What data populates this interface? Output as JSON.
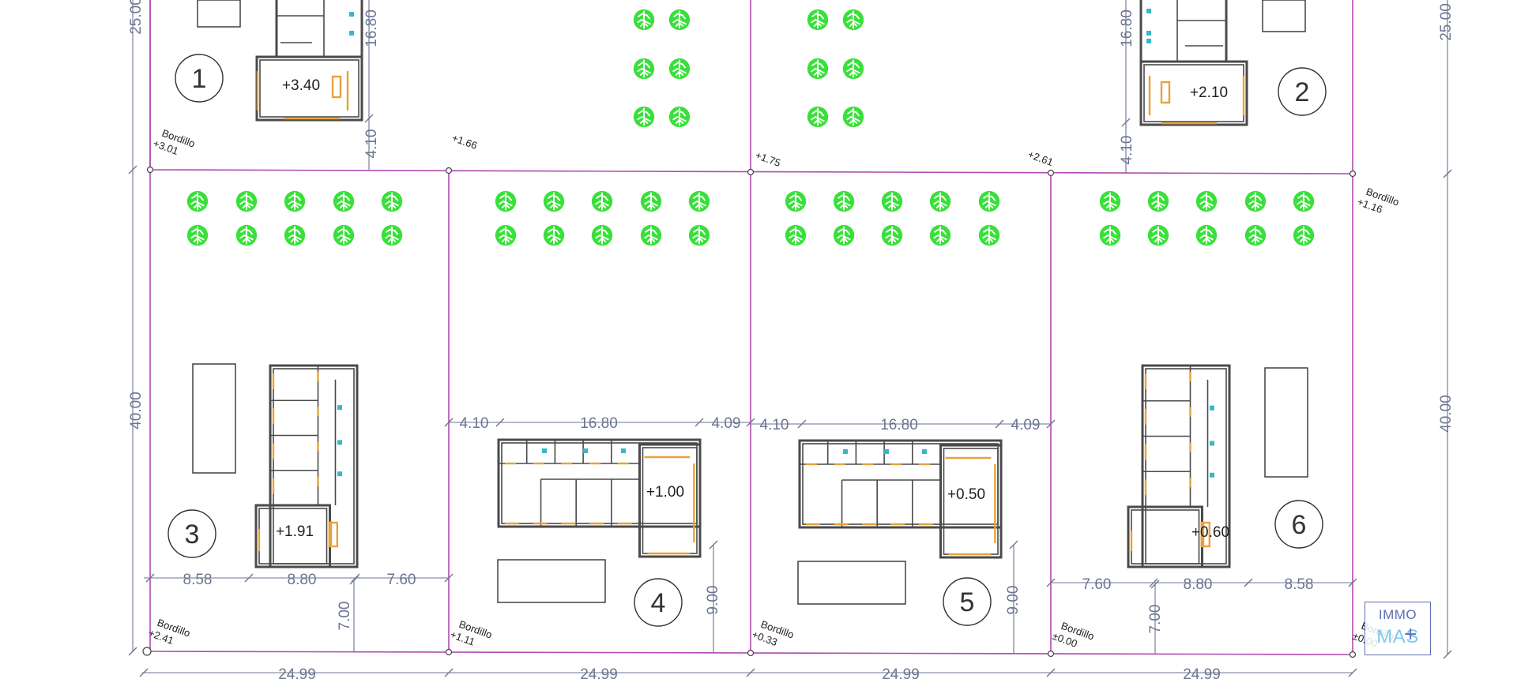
{
  "plots": [
    {
      "number": "1",
      "level": "+3.40"
    },
    {
      "number": "2",
      "level": "+2.10"
    },
    {
      "number": "3",
      "level": "+1.91"
    },
    {
      "number": "4",
      "level": "+1.00"
    },
    {
      "number": "5",
      "level": "+0.50"
    },
    {
      "number": "6",
      "level": "+0.60"
    }
  ],
  "spot_levels": [
    "+1.66",
    "+1.75",
    "+2.61"
  ],
  "bordillo": {
    "label": "Bordillo",
    "values": [
      "+3.01",
      "+1.16",
      "+2.41",
      "+1.11",
      "+0.33",
      "±0.00",
      "±0.00"
    ]
  },
  "dimensions": {
    "plot_width": "24.99",
    "depth_top": "25.00",
    "depth_bottom": "40.00",
    "house_length": "16.80",
    "side_setback_a": "4.10",
    "side_setback_b": "4.09",
    "house_width": "8.80",
    "left_margin": "8.58",
    "right_margin": "7.60",
    "front_setback": "7.00",
    "front_setback_b": "9.00"
  },
  "logo": {
    "top": "IMMO",
    "bottom": "MAS",
    "plus": "+"
  },
  "colors": {
    "boundary": "#b04ab0",
    "dimension": "#6c7590",
    "tree": "#39e03a",
    "wall": "#4a4a4a",
    "door": "#e8a23c",
    "fixture": "#36b8c9",
    "text": "#222222"
  }
}
